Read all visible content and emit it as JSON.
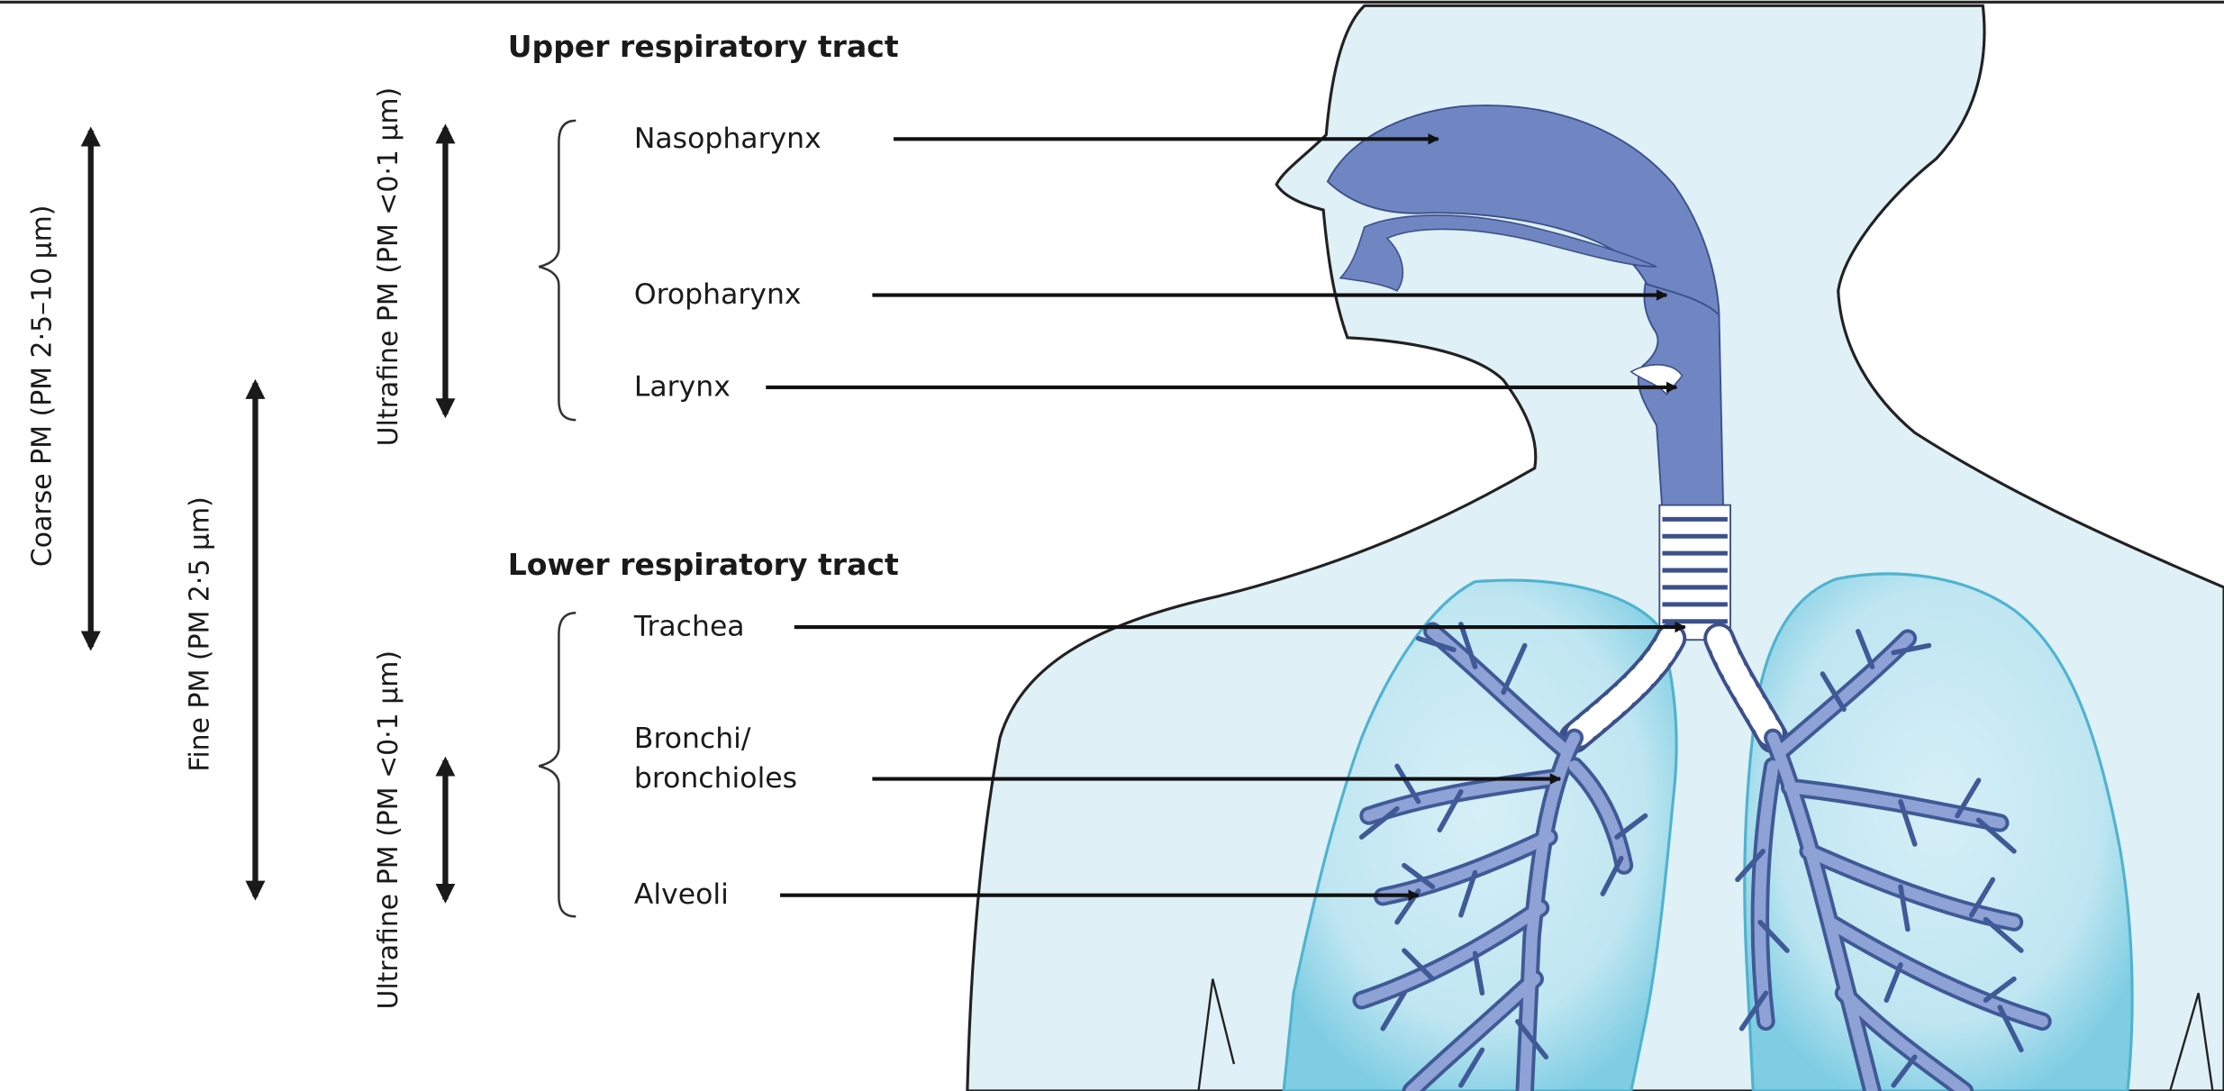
{
  "sections": {
    "upper": "Upper respiratory tract",
    "lower": "Lower respiratory tract"
  },
  "labels": {
    "nasopharynx": "Nasopharynx",
    "oropharynx": "Oropharynx",
    "larynx": "Larynx",
    "trachea": "Trachea",
    "bronchi_line1": "Bronchi/",
    "bronchi_line2": "bronchioles",
    "alveoli": "Alveoli"
  },
  "particle_ranges": {
    "coarse": "Coarse PM (PM 2·5–10 μm)",
    "fine": "Fine PM (PM 2·5 μm)",
    "ultrafine_upper": "Ultrafine PM (PM <0·1 μm)",
    "ultrafine_lower": "Ultrafine PM (PM <0·1 μm)"
  },
  "colors": {
    "body_fill": "#dff0f7",
    "body_outline": "#222222",
    "upper_airway": "#6f86c2",
    "lung_fill": "#a9dceb",
    "lung_inner": "#c9e9f3",
    "bronchial_tree": "#8fa2d6",
    "bronchial_outline": "#3f5a96"
  }
}
